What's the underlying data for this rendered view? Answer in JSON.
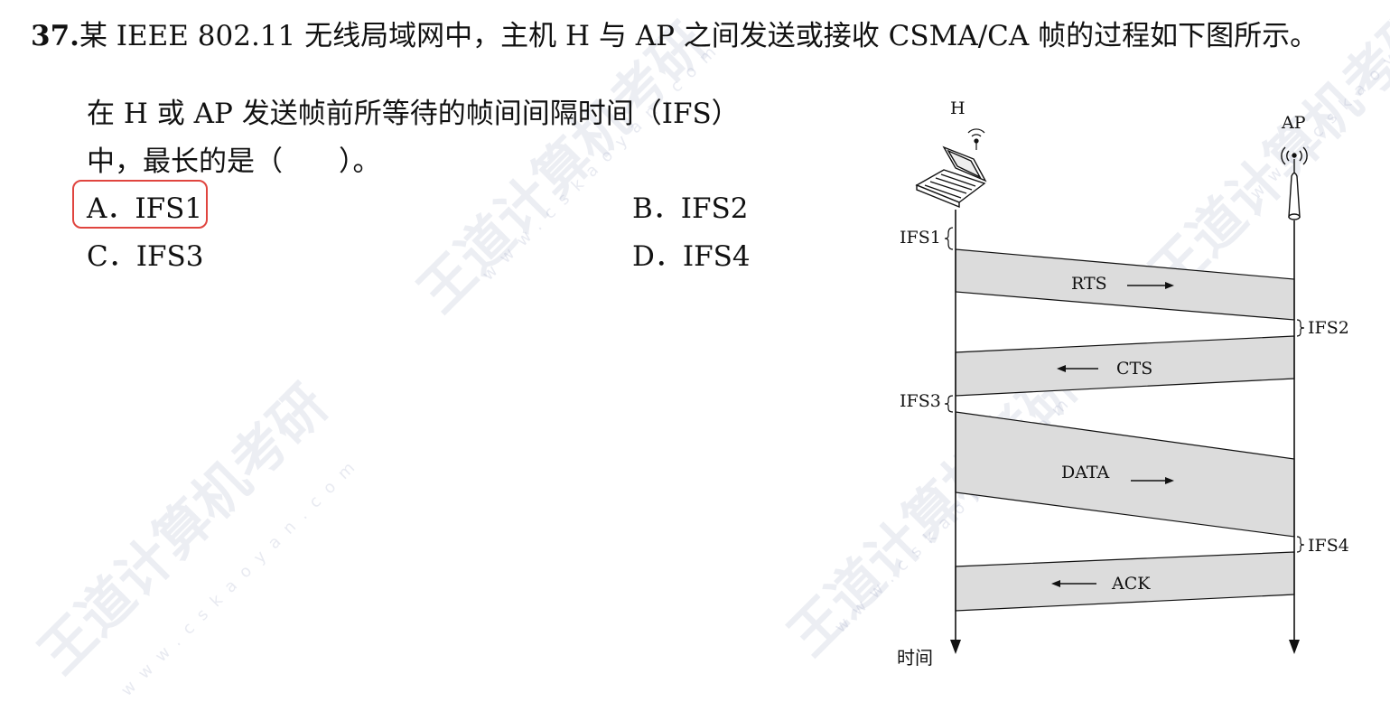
{
  "question": {
    "number": "37.",
    "stem": "某 IEEE 802.11 无线局域网中，主机 H 与 AP 之间发送或接收 CSMA/CA 帧的过程如下图所示。",
    "line1": "在 H 或 AP 发送帧前所等待的帧间间隔时间（IFS）",
    "line2": "中，最长的是（　　）。"
  },
  "options": [
    {
      "label": "A．IFS1",
      "selected": true
    },
    {
      "label": "B．IFS2",
      "selected": false
    },
    {
      "label": "C．IFS3",
      "selected": false
    },
    {
      "label": "D．IFS4",
      "selected": false
    }
  ],
  "diagram": {
    "host_label": "H",
    "ap_label": "AP",
    "time_label": "时间",
    "ifs_labels": [
      "IFS1",
      "IFS2",
      "IFS3",
      "IFS4"
    ],
    "frames": [
      {
        "label": "RTS",
        "direction": "right"
      },
      {
        "label": "CTS",
        "direction": "left"
      },
      {
        "label": "DATA",
        "direction": "right"
      },
      {
        "label": "ACK",
        "direction": "left"
      }
    ],
    "fill_color": "#dcdcdc"
  },
  "watermark": {
    "brand": "王道计算机考研",
    "url": "www.cskaoyan.com"
  },
  "colors": {
    "selection_box": "#e0453f"
  }
}
